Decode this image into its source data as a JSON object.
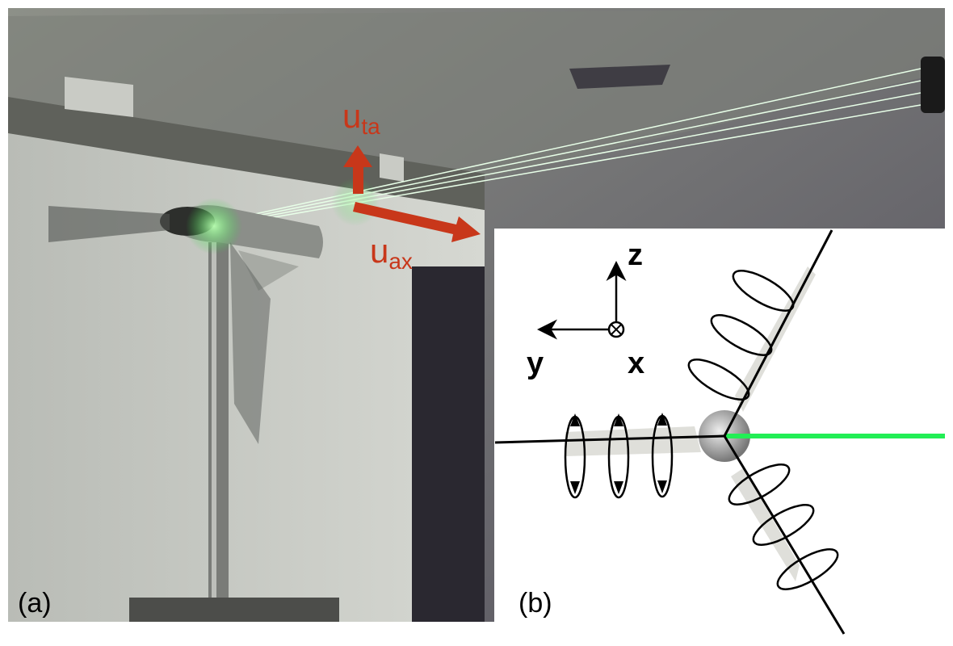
{
  "panel_a": {
    "label": "(a)",
    "arrow_tangential": {
      "base": "u",
      "sub": "ta"
    },
    "arrow_axial": {
      "base": "u",
      "sub": "ax"
    },
    "arrow_color": "#c8371a",
    "laser_color": "#5dff8a"
  },
  "panel_b": {
    "label": "(b)",
    "axes": {
      "z": "z",
      "y": "y",
      "x": "x"
    },
    "laser_color": "#22ee55"
  }
}
